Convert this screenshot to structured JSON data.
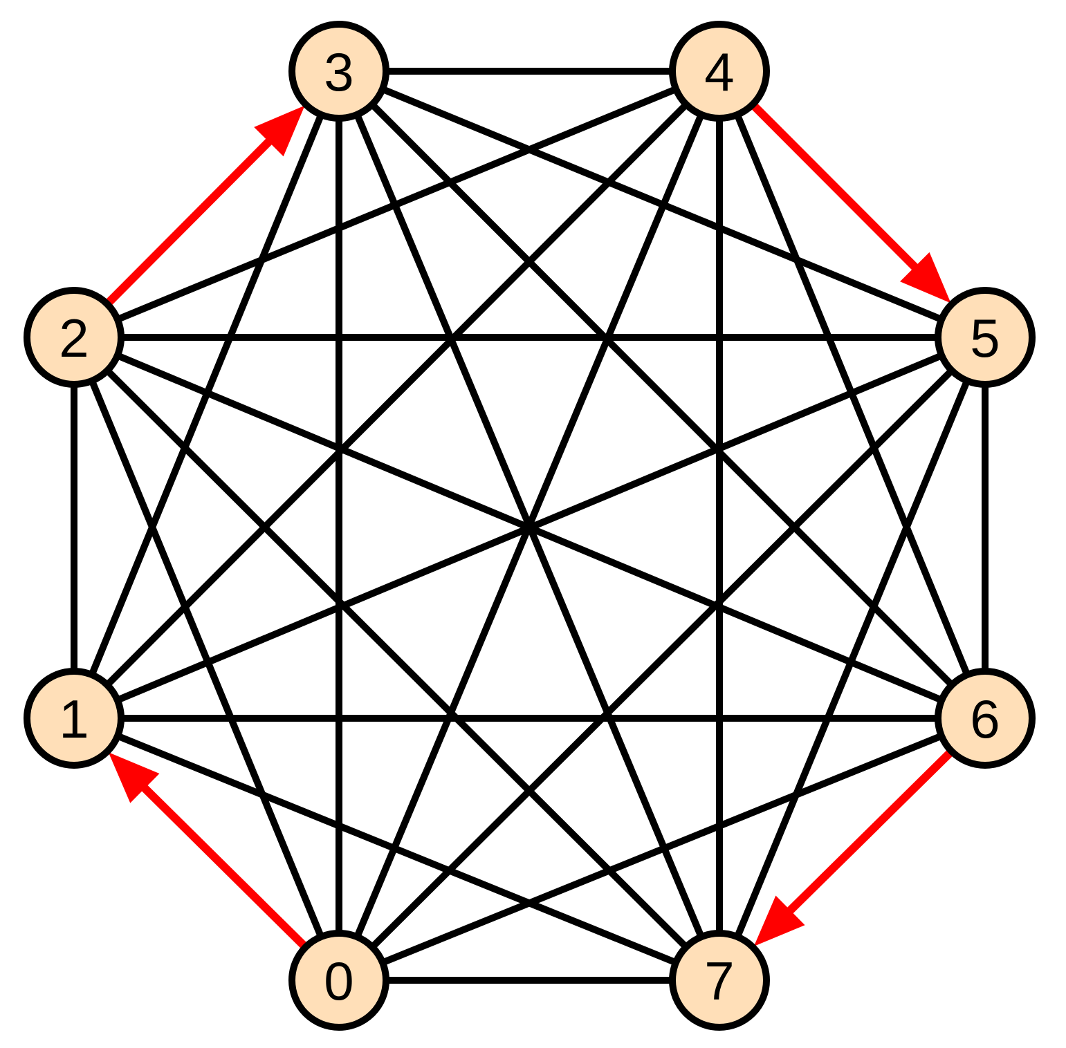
{
  "graph": {
    "nodes": [
      {
        "id": "0",
        "label": "0"
      },
      {
        "id": "1",
        "label": "1"
      },
      {
        "id": "2",
        "label": "2"
      },
      {
        "id": "3",
        "label": "3"
      },
      {
        "id": "4",
        "label": "4"
      },
      {
        "id": "5",
        "label": "5"
      },
      {
        "id": "6",
        "label": "6"
      },
      {
        "id": "7",
        "label": "7"
      }
    ],
    "undirected_edges": [
      [
        "0",
        "2"
      ],
      [
        "0",
        "3"
      ],
      [
        "0",
        "4"
      ],
      [
        "0",
        "5"
      ],
      [
        "0",
        "6"
      ],
      [
        "0",
        "7"
      ],
      [
        "1",
        "2"
      ],
      [
        "1",
        "3"
      ],
      [
        "1",
        "4"
      ],
      [
        "1",
        "5"
      ],
      [
        "1",
        "6"
      ],
      [
        "1",
        "7"
      ],
      [
        "2",
        "4"
      ],
      [
        "2",
        "5"
      ],
      [
        "2",
        "6"
      ],
      [
        "2",
        "7"
      ],
      [
        "3",
        "4"
      ],
      [
        "3",
        "5"
      ],
      [
        "3",
        "6"
      ],
      [
        "3",
        "7"
      ],
      [
        "4",
        "6"
      ],
      [
        "4",
        "7"
      ],
      [
        "5",
        "6"
      ],
      [
        "5",
        "7"
      ]
    ],
    "directed_edges": [
      {
        "from": "0",
        "to": "1"
      },
      {
        "from": "2",
        "to": "3"
      },
      {
        "from": "4",
        "to": "5"
      },
      {
        "from": "6",
        "to": "7"
      }
    ]
  },
  "colors": {
    "node_fill": "#ffdfb8",
    "node_stroke": "#000000",
    "edge": "#000000",
    "directed_edge": "#ff0000"
  }
}
